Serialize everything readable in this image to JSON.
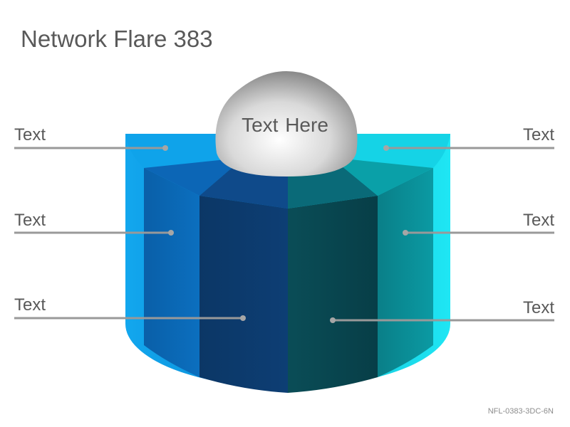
{
  "title": "Network Flare 383",
  "code": "NFL-0383-3DC-6N",
  "center_label": "Text Here",
  "labels": {
    "left_top": "Text",
    "left_middle": "Text",
    "left_bottom": "Text",
    "right_top": "Text",
    "right_middle": "Text",
    "right_bottom": "Text"
  },
  "colors": {
    "outer_left": "#0a9ae6",
    "outer_right": "#13cfe4",
    "segment_blue_mid": "#0b62ad",
    "segment_blue_dark": "#0d3a6e",
    "segment_teal_dark": "#0a4c55",
    "segment_teal_mid": "#0a8a92",
    "connector_line": "#999999"
  }
}
